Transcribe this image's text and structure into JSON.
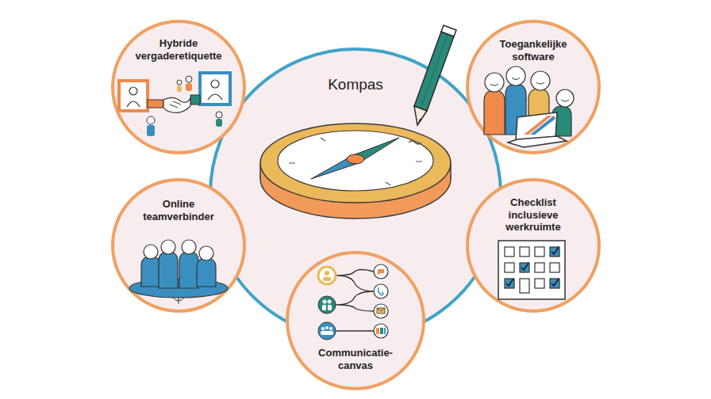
{
  "diagram": {
    "nodes": [
      {
        "text": [
          "Kompas"
        ]
      },
      {
        "text": [
          "Hybride vergaderetiquette"
        ]
      },
      {
        "text": [
          "Toegankelijke software"
        ]
      },
      {
        "text": [
          "Online teamverbinder"
        ]
      },
      {
        "text": [
          "Checklist inclusieve werkruimte"
        ]
      },
      {
        "text": [
          "Communicatie- canvas"
        ]
      }
    ]
  }
}
